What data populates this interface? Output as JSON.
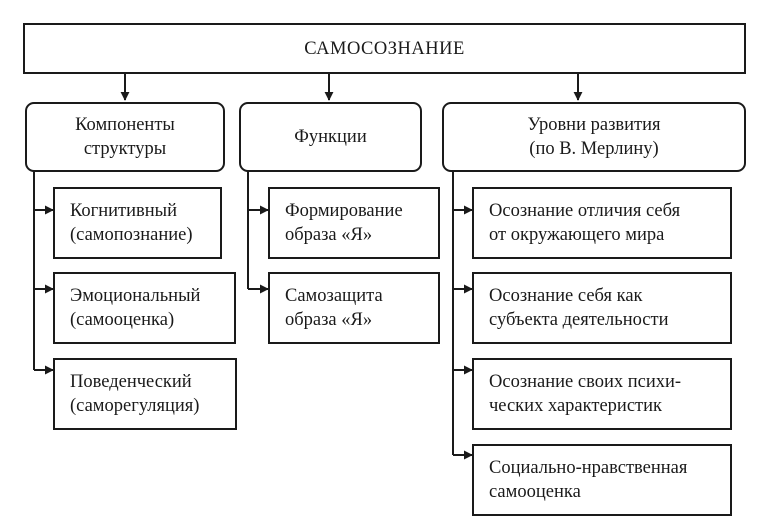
{
  "root": {
    "label": "САМОСОЗНАНИЕ"
  },
  "columns": [
    {
      "header": "Компоненты\nструктуры",
      "items": [
        "Когнитивный\n(самопознание)",
        "Эмоциональный\n(самооценка)",
        "Поведенческий\n(саморегуляция)"
      ]
    },
    {
      "header": "Функции",
      "items": [
        "Формирование\nобраза «Я»",
        "Самозащита\nобраза «Я»"
      ]
    },
    {
      "header": "Уровни развития\n(по В. Мерлину)",
      "items": [
        "Осознание отличия себя\nот окружающего мира",
        "Осознание себя как\nсубъекта деятельности",
        "Осознание своих психи-\nческих характеристик",
        "Социально-нравственная\nсамооценка"
      ]
    }
  ]
}
